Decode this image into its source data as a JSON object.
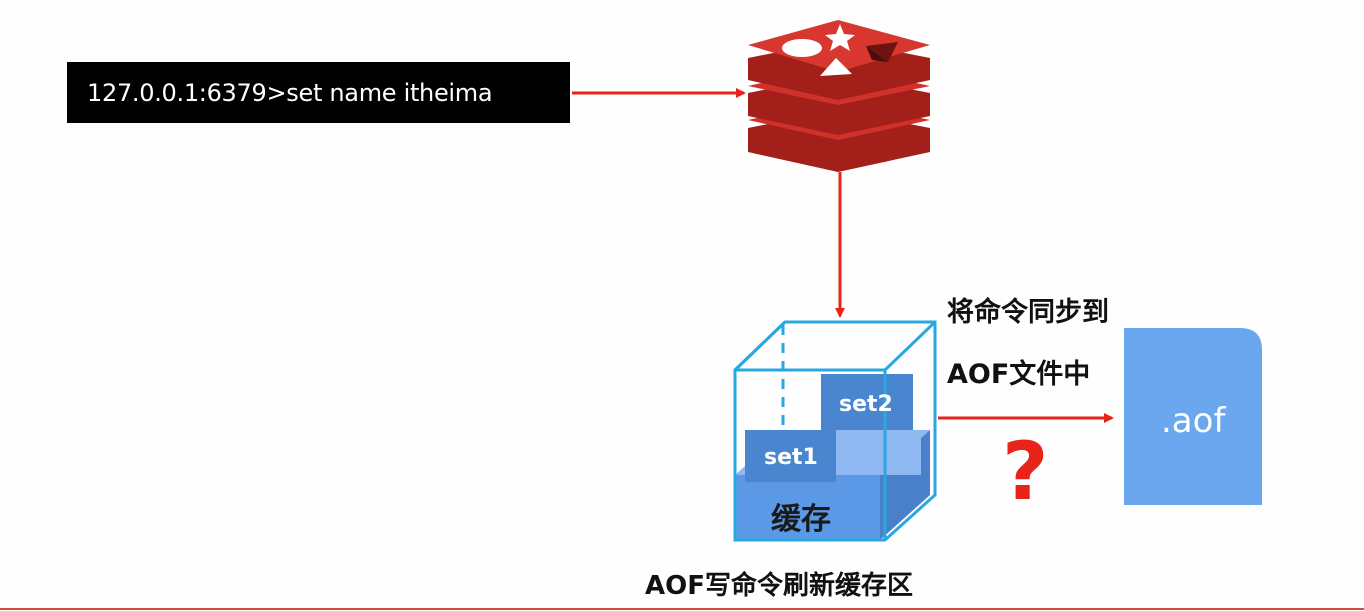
{
  "terminal": {
    "command": "127.0.0.1:6379>set name itheima"
  },
  "labels": {
    "sync_line1": "将命令同步到",
    "sync_line2": "AOF文件中",
    "question_mark": "?",
    "caption": "AOF写命令刷新缓存区"
  },
  "buffer": {
    "name": "缓存",
    "blocks": [
      "set1",
      "set2"
    ]
  },
  "file": {
    "label": ".aof"
  },
  "colors": {
    "arrow": "#e8231a",
    "redis_red": "#d0312b",
    "box_outline": "#29a8e0",
    "block_blue": "#4a86cf",
    "file_blue": "#6aa7ee",
    "question": "#e8231a"
  },
  "icons": [
    "redis-logo-icon",
    "aof-file-icon"
  ]
}
